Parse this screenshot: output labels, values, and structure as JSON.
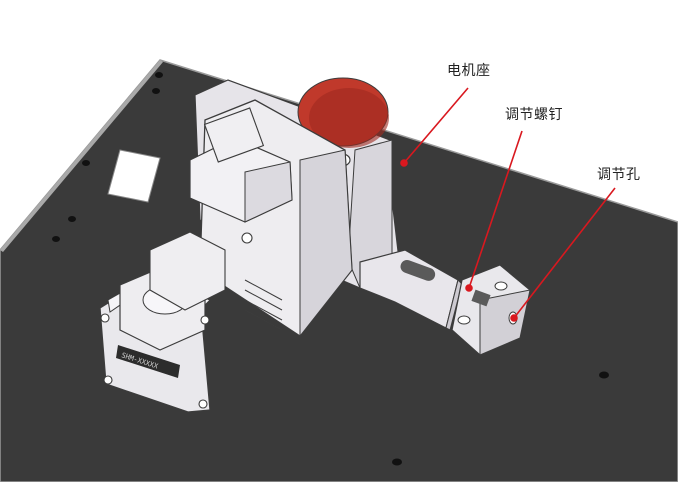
{
  "callouts": [
    {
      "id": "motor-seat",
      "label": "电机座"
    },
    {
      "id": "adjusting-screw",
      "label": "调节螺钉"
    },
    {
      "id": "adjusting-hole",
      "label": "调节孔"
    }
  ],
  "colors": {
    "plate": "#3a3a3a",
    "plate_edge": "#9a9a9a",
    "part_light": "#ecebee",
    "part_mid": "#d6d4da",
    "part_dark": "#b9b6be",
    "outline": "#3c3c3c",
    "flange_red": "#c0392b",
    "leader_red": "#d9181f"
  },
  "motor_nameplate_text": "SHM-XXXXX"
}
